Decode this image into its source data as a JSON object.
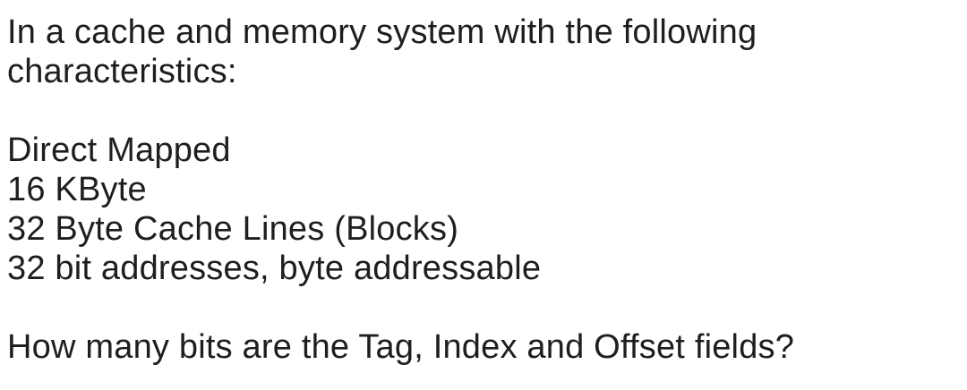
{
  "page": {
    "background_color": "#ffffff",
    "text_color": "#1e1e1e"
  },
  "question": {
    "intro_lines": [
      "In a cache and memory system with the following",
      "characteristics:"
    ],
    "characteristics": [
      "Direct Mapped",
      "16 KByte",
      "32 Byte Cache Lines (Blocks)",
      "32 bit addresses, byte addressable"
    ],
    "prompt": "How many bits are the Tag, Index and Offset fields?"
  }
}
